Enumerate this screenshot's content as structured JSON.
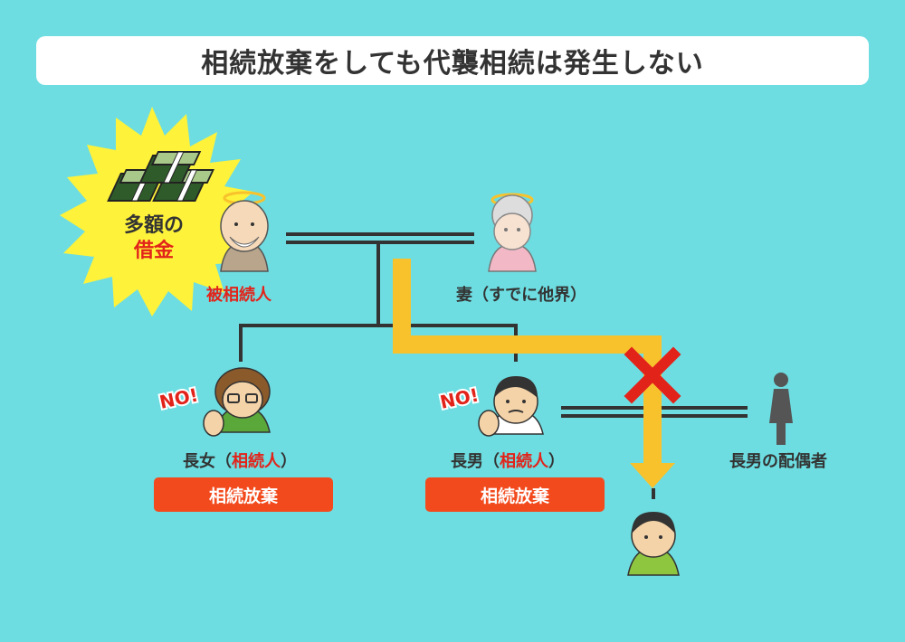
{
  "title": "相続放棄をしても代襲相続は発生しない",
  "debt": {
    "line1": "多額の",
    "line2": "借金"
  },
  "decedent": {
    "label": "被相続人"
  },
  "wife": {
    "label": "妻（すでに他界）"
  },
  "eldest_daughter": {
    "name": "長女（",
    "role": "相続人",
    "close": "）",
    "badge": "相続放棄",
    "exclaim": "NO!"
  },
  "eldest_son": {
    "name": "長男（",
    "role": "相続人",
    "close": "）",
    "badge": "相続放棄",
    "exclaim": "NO!"
  },
  "spouse": {
    "label": "長男の配偶者"
  },
  "colors": {
    "background": "#6ddde1",
    "badge": "#f24a1d",
    "arrow": "#f8c22d",
    "cross": "#e2231a",
    "accent_text": "#e2231a"
  }
}
